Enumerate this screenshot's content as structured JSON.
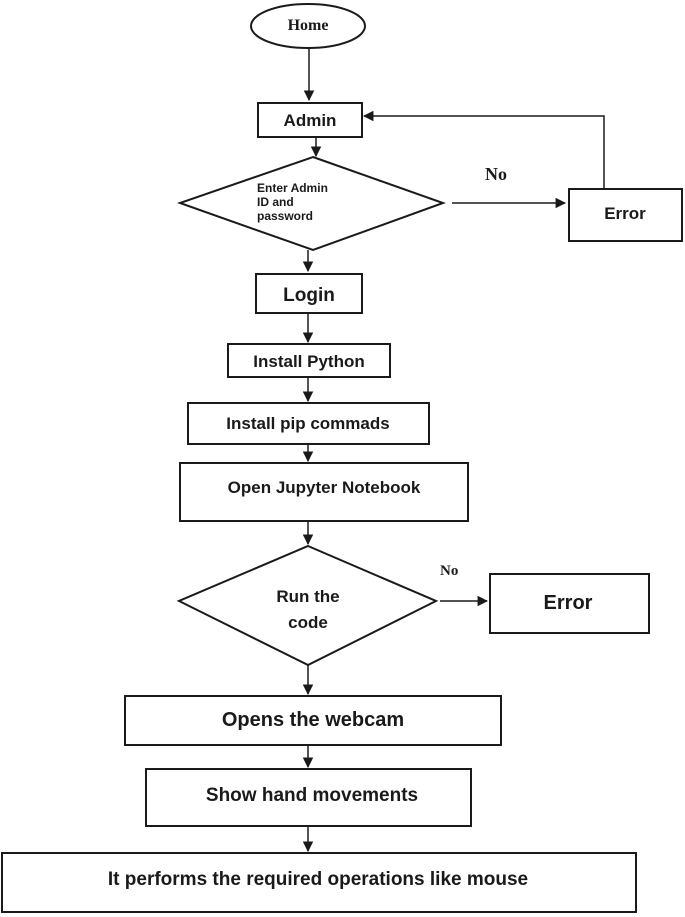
{
  "nodes": {
    "home": "Home",
    "admin": "Admin",
    "enter_admin": [
      "Enter Admin",
      "ID and",
      "password"
    ],
    "error_1": "Error",
    "login": "Login",
    "install_python": "Install Python",
    "install_pip": "Install pip commads",
    "open_jupyter": "Open Jupyter Notebook",
    "run_code": [
      "Run the",
      "code"
    ],
    "error_2": "Error",
    "opens_webcam": "Opens the webcam",
    "show_hand": "Show hand movements",
    "performs_ops": "It performs the required operations like mouse"
  },
  "edges": {
    "no_label_1": "No",
    "no_label_2": "No"
  },
  "colors": {
    "line": "#1a1a1a",
    "background": "#ffffff"
  }
}
